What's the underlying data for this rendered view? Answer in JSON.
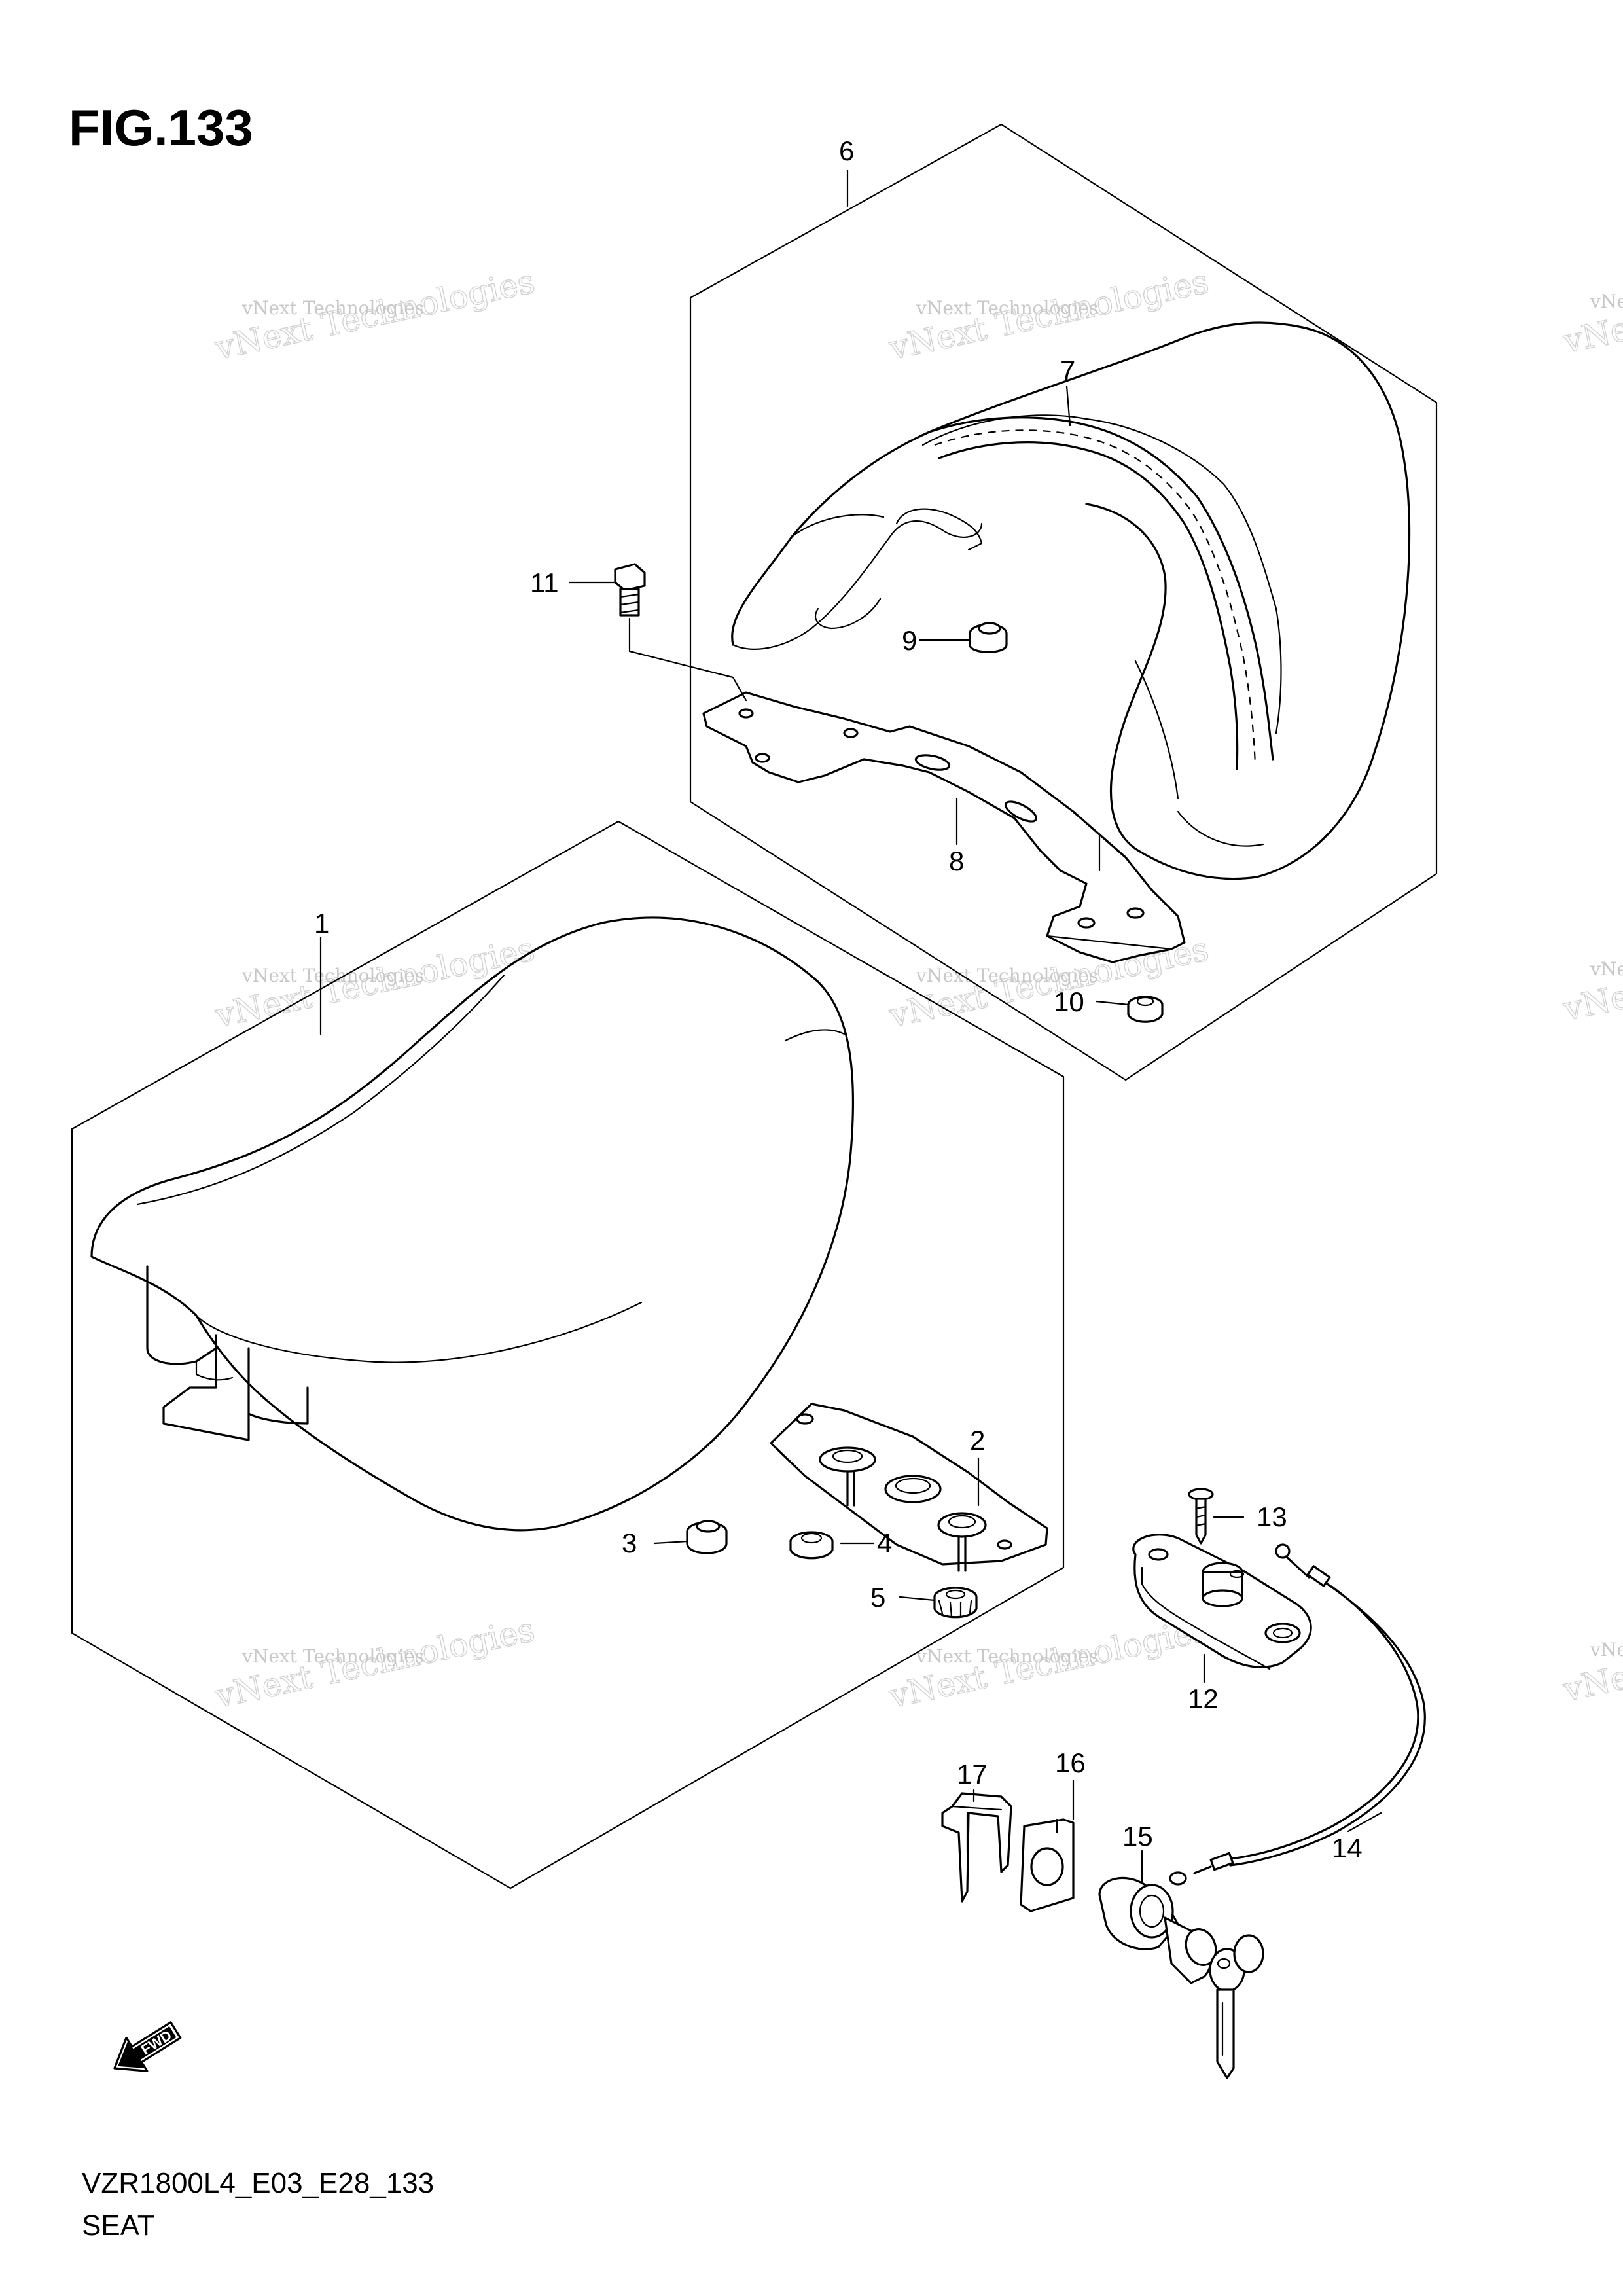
{
  "figure": {
    "title": "FIG.133",
    "code": "VZR1800L4_E03_E28_133",
    "name": "SEAT"
  },
  "fwd_label": "FWD",
  "callouts": [
    "1",
    "2",
    "3",
    "4",
    "5",
    "6",
    "7",
    "8",
    "9",
    "10",
    "11",
    "12",
    "13",
    "14",
    "15",
    "16",
    "17"
  ],
  "watermark": {
    "line1": "vNext Technologies",
    "line2": "vNext Technologies"
  }
}
